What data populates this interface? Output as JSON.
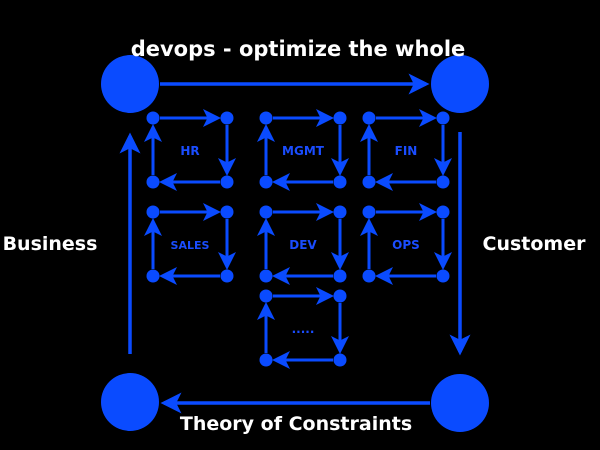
{
  "title": "devops - optimize the whole",
  "left_label": "Business",
  "right_label": "Customer",
  "bottom_label": "Theory of Constraints",
  "colors": {
    "accent": "#0a4bff",
    "background": "#000000",
    "text": "#ffffff"
  },
  "departments": [
    {
      "name": "HR"
    },
    {
      "name": "MGMT"
    },
    {
      "name": "FIN"
    },
    {
      "name": "SALES"
    },
    {
      "name": "DEV"
    },
    {
      "name": "OPS"
    },
    {
      "name": "....."
    }
  ]
}
